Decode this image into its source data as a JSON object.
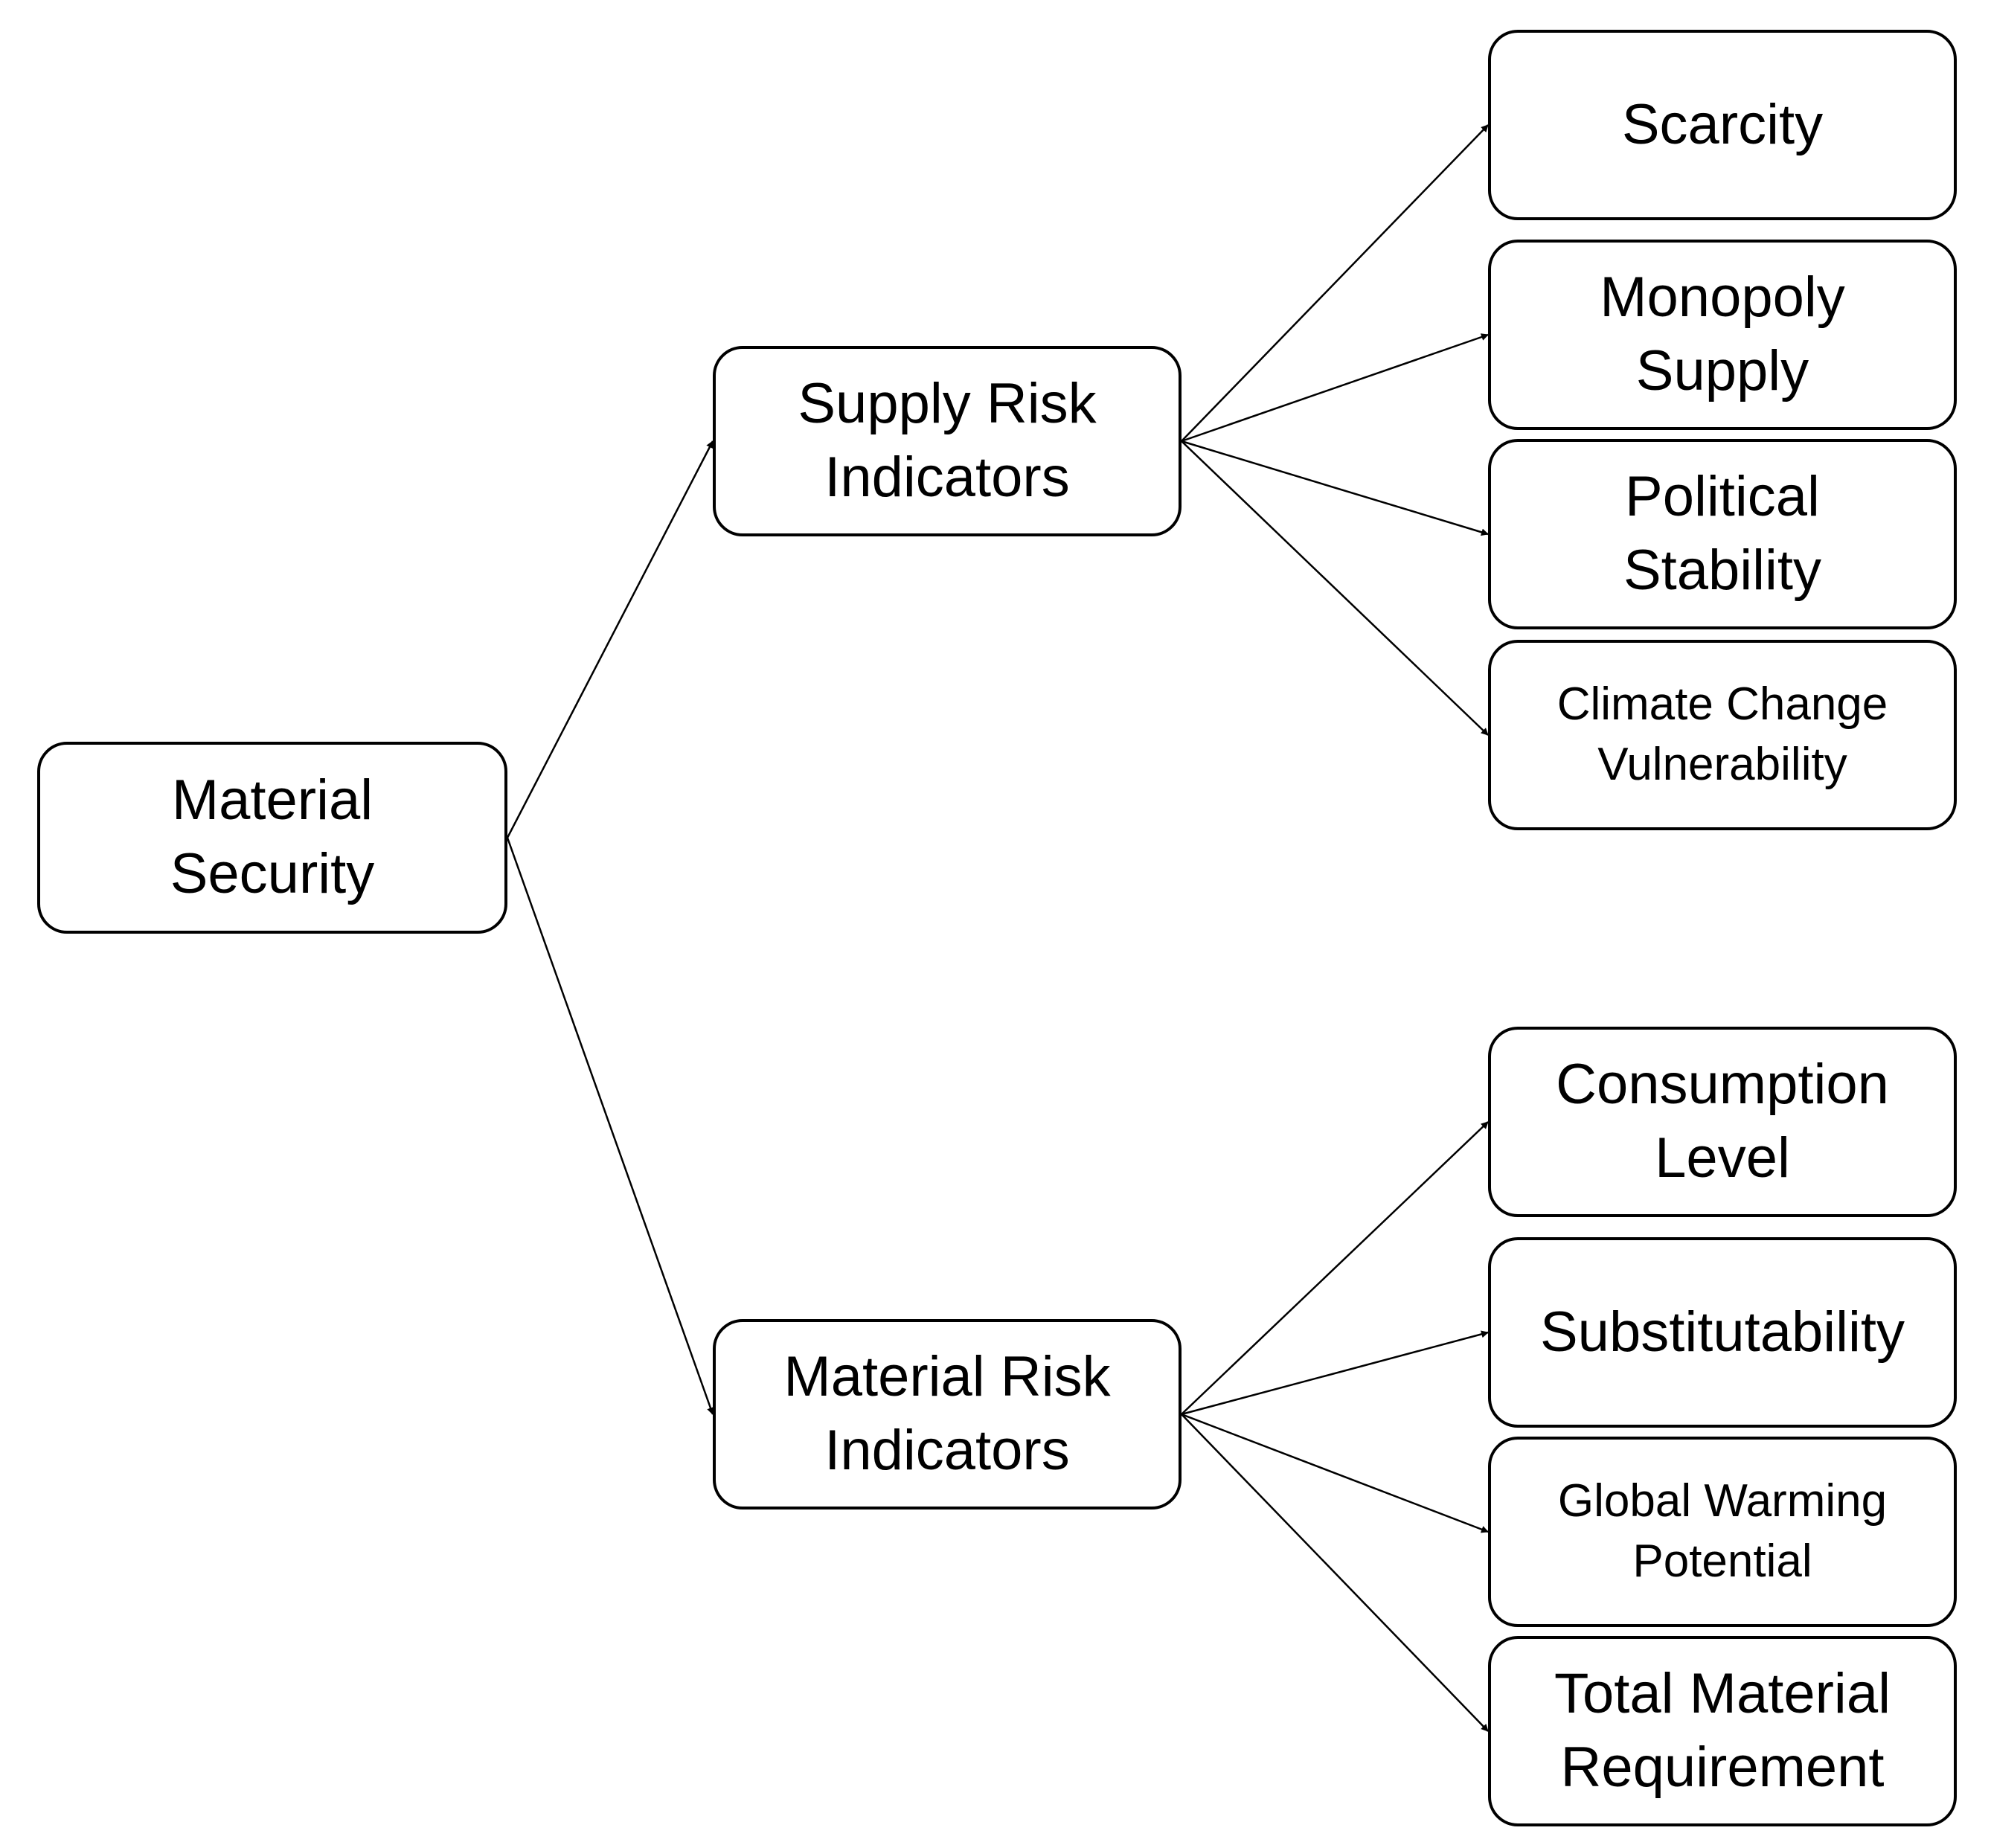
{
  "colors": {
    "stroke": "#000000",
    "fill": "#ffffff",
    "text": "#000000"
  },
  "nodes": {
    "root": {
      "label": "Material\nSecurity"
    },
    "supply": {
      "label": "Supply Risk\nIndicators"
    },
    "material": {
      "label": "Material Risk\nIndicators"
    },
    "scarcity": {
      "label": "Scarcity"
    },
    "monopoly": {
      "label": "Monopoly\nSupply"
    },
    "political": {
      "label": "Political\nStability"
    },
    "climate": {
      "label": "Climate Change\nVulnerability"
    },
    "consumption": {
      "label": "Consumption\nLevel"
    },
    "substitutability": {
      "label": "Substitutability"
    },
    "gwp": {
      "label": "Global Warming\nPotential"
    },
    "tmr": {
      "label": "Total Material\nRequirement"
    }
  },
  "edges": [
    {
      "from": "root",
      "to": "supply"
    },
    {
      "from": "root",
      "to": "material"
    },
    {
      "from": "supply",
      "to": "scarcity"
    },
    {
      "from": "supply",
      "to": "monopoly"
    },
    {
      "from": "supply",
      "to": "political"
    },
    {
      "from": "supply",
      "to": "climate"
    },
    {
      "from": "material",
      "to": "consumption"
    },
    {
      "from": "material",
      "to": "substitutability"
    },
    {
      "from": "material",
      "to": "gwp"
    },
    {
      "from": "material",
      "to": "tmr"
    }
  ]
}
